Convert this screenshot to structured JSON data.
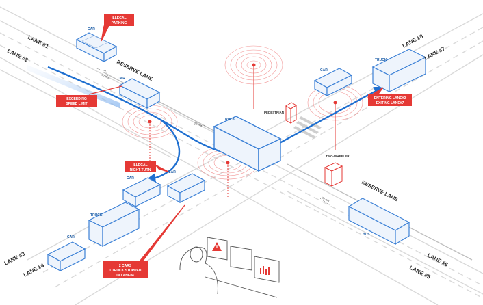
{
  "colors": {
    "accent_blue": "#1e6fd0",
    "vehicle_blue": "#3b80d6",
    "alert_red": "#e53935",
    "road_line": "#d6d6d6",
    "text_dark": "#2a2a2a"
  },
  "lanes": {
    "lane1": "LANE #1",
    "lane2": "LANE #2",
    "lane3": "LANE #3",
    "lane4": "LANE #4",
    "lane5": "LANE #5",
    "lane6": "LANE #6",
    "lane7": "LANE #7",
    "lane8": "LANE #8",
    "reserve_top": "RESERVE LANE",
    "reserve_bottom": "RESERVE LANE"
  },
  "vehicles": {
    "car_parked": "CAR",
    "car_speeding": "CAR",
    "car_top_right": "CAR",
    "truck_right": "TRUCK",
    "truck_center": "TRUCK",
    "car_left1": "CAR",
    "car_left2": "CAR",
    "truck_left": "TRUCK",
    "car_bottom_left": "CAR",
    "bus": "BUS"
  },
  "labels": {
    "pedestrian": "PEDESTRIAN",
    "two_wheeler": "TWO-WHEELER",
    "speed_top": "30 m/s",
    "speed_center": "25 m/s",
    "speed_bottom": "20 m/s"
  },
  "callouts": {
    "illegal_parking_1": "ILLEGAL",
    "illegal_parking_2": "PARKING",
    "speed_1": "EXCEEDING",
    "speed_2": "SPEED LIMIT",
    "right_turn_1": "ILLEGAL",
    "right_turn_2": "RIGHT-TURN",
    "lane_change_1": "ENTERING LANE#2",
    "lane_change_2": "EXITING LANE#7",
    "stopped_1": "2 CARS",
    "stopped_2": "1 TRUCK STOPPED",
    "stopped_3": "IN LANE#4"
  },
  "operator": {
    "alert_icon": "warning-triangle-icon",
    "chart_icon": "bar-chart-icon"
  }
}
